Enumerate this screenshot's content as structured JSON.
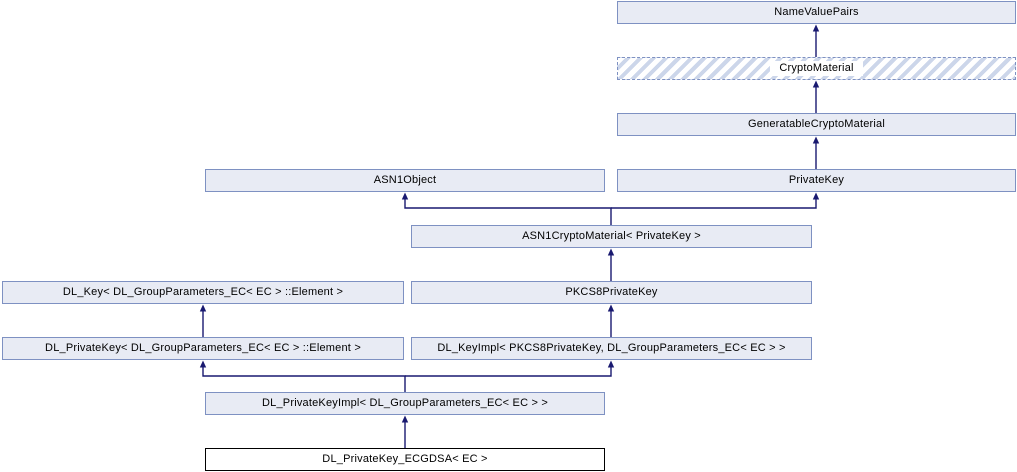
{
  "diagram": {
    "kind": "class-inheritance-graph",
    "colors": {
      "node_fill": "#e8ebf4",
      "node_border": "#7e91c2",
      "hatch_stripe": "#ccd6ea",
      "edge": "#191970",
      "main_node_border": "#000000",
      "main_node_fill": "#ffffff",
      "text": "#000000",
      "background": "#ffffff"
    },
    "nodes": [
      {
        "label": "NameValuePairs",
        "style": "inherited"
      },
      {
        "label": "CryptoMaterial",
        "style": "dashed-hatched"
      },
      {
        "label": "GeneratableCryptoMaterial",
        "style": "inherited"
      },
      {
        "label": "ASN1Object",
        "style": "inherited"
      },
      {
        "label": "PrivateKey",
        "style": "inherited"
      },
      {
        "label": "ASN1CryptoMaterial< PrivateKey >",
        "style": "inherited"
      },
      {
        "label": "DL_Key< DL_GroupParameters_EC< EC > ::Element >",
        "style": "inherited"
      },
      {
        "label": "PKCS8PrivateKey",
        "style": "inherited"
      },
      {
        "label": "DL_PrivateKey< DL_GroupParameters_EC< EC > ::Element >",
        "style": "inherited"
      },
      {
        "label": "DL_KeyImpl< PKCS8PrivateKey, DL_GroupParameters_EC< EC > >",
        "style": "inherited"
      },
      {
        "label": "DL_PrivateKeyImpl< DL_GroupParameters_EC< EC > >",
        "style": "inherited"
      },
      {
        "label": "DL_PrivateKey_ECGDSA< EC >",
        "style": "main"
      }
    ],
    "edges": [
      {
        "from": "CryptoMaterial",
        "to": "NameValuePairs"
      },
      {
        "from": "GeneratableCryptoMaterial",
        "to": "CryptoMaterial"
      },
      {
        "from": "PrivateKey",
        "to": "GeneratableCryptoMaterial"
      },
      {
        "from": "ASN1CryptoMaterial< PrivateKey >",
        "to": "ASN1Object"
      },
      {
        "from": "ASN1CryptoMaterial< PrivateKey >",
        "to": "PrivateKey"
      },
      {
        "from": "PKCS8PrivateKey",
        "to": "ASN1CryptoMaterial< PrivateKey >"
      },
      {
        "from": "DL_PrivateKey< DL_GroupParameters_EC< EC > ::Element >",
        "to": "DL_Key< DL_GroupParameters_EC< EC > ::Element >"
      },
      {
        "from": "DL_KeyImpl< PKCS8PrivateKey, DL_GroupParameters_EC< EC > >",
        "to": "PKCS8PrivateKey"
      },
      {
        "from": "DL_PrivateKeyImpl< DL_GroupParameters_EC< EC > >",
        "to": "DL_PrivateKey< DL_GroupParameters_EC< EC > ::Element >"
      },
      {
        "from": "DL_PrivateKeyImpl< DL_GroupParameters_EC< EC > >",
        "to": "DL_KeyImpl< PKCS8PrivateKey, DL_GroupParameters_EC< EC > >"
      },
      {
        "from": "DL_PrivateKey_ECGDSA< EC >",
        "to": "DL_PrivateKeyImpl< DL_GroupParameters_EC< EC > >"
      }
    ]
  }
}
